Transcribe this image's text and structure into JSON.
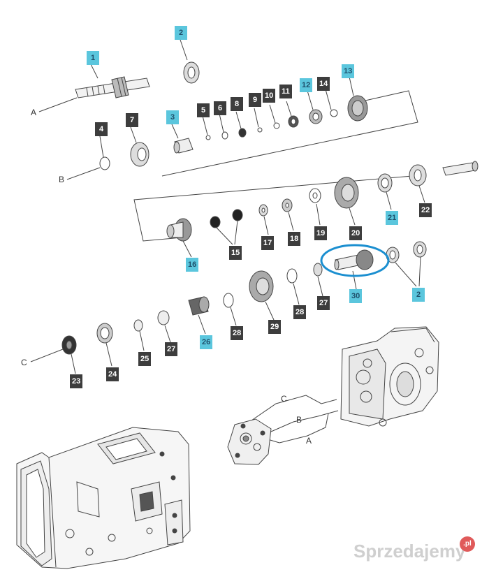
{
  "callouts": {
    "c1": "1",
    "c2a": "2",
    "c2b": "2",
    "c3": "3",
    "c4": "4",
    "c5": "5",
    "c6": "6",
    "c7": "7",
    "c8": "8",
    "c9": "9",
    "c10": "10",
    "c11": "11",
    "c12": "12",
    "c13": "13",
    "c14": "14",
    "c15": "15",
    "c16": "16",
    "c17": "17",
    "c18": "18",
    "c19": "19",
    "c20": "20",
    "c21": "21",
    "c22": "22",
    "c23": "23",
    "c24": "24",
    "c25": "25",
    "c26": "26",
    "c27a": "27",
    "c27b": "27",
    "c28a": "28",
    "c28b": "28",
    "c29": "29",
    "c30": "30"
  },
  "letters": {
    "a_top": "A",
    "b_left": "B",
    "c_left": "C",
    "c_assy": "C",
    "b_assy": "B",
    "a_assy": "A"
  },
  "colors": {
    "highlight_blue": "#5bc6dd",
    "dark_badge": "#3d3d3d",
    "ellipse": "#1b8fd0"
  },
  "watermark": {
    "text": "Sprzedajemy",
    "suffix": ".pl"
  }
}
